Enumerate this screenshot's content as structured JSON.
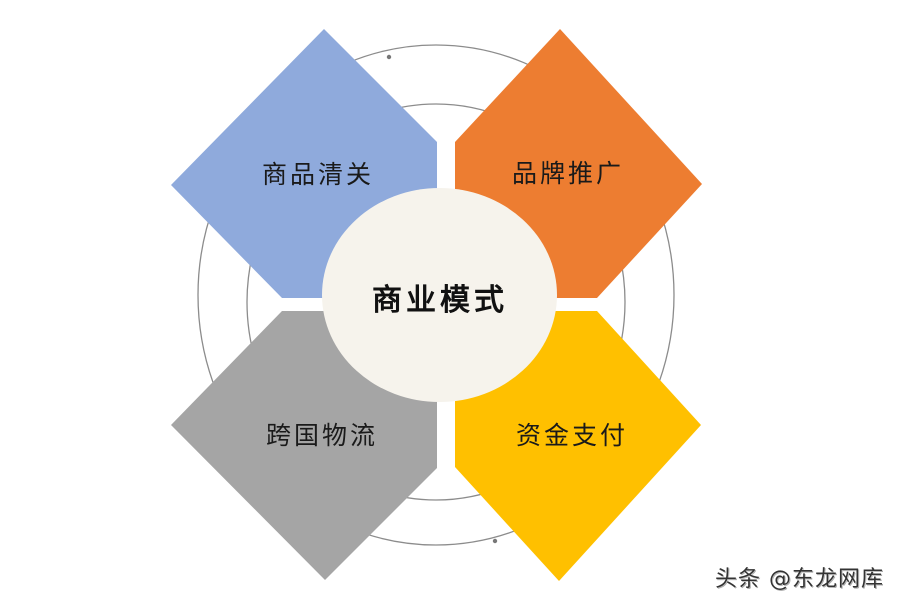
{
  "diagram": {
    "title": "商业模式",
    "center": {
      "label": "商业模式",
      "fill": "#F6F3EC"
    },
    "quadrants": [
      {
        "id": "top-left",
        "label": "商品清关",
        "fill": "#8FAADC"
      },
      {
        "id": "top-right",
        "label": "品牌推广",
        "fill": "#ED7D31"
      },
      {
        "id": "bottom-left",
        "label": "跨国物流",
        "fill": "#A5A5A5"
      },
      {
        "id": "bottom-right",
        "label": "资金支付",
        "fill": "#FFC000"
      }
    ],
    "rings": {
      "stroke": "#8C8C8C",
      "count": 2
    }
  },
  "watermark": {
    "text": "头条 @东龙网库"
  }
}
